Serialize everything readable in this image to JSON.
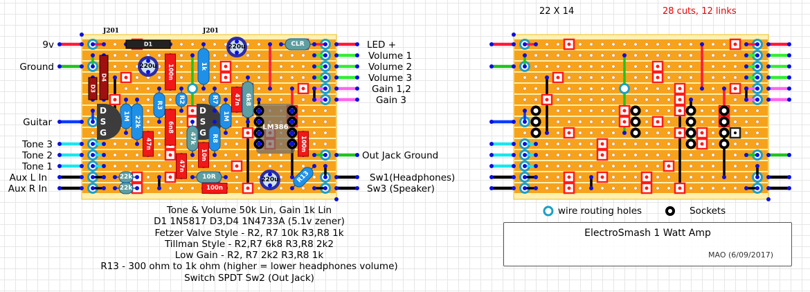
{
  "left_board": {
    "headers": [
      "J201",
      "J201"
    ],
    "left_labels": [
      "9v",
      "Ground",
      "Guitar",
      "Tone 3",
      "Tone 2",
      "Tone 1",
      "Aux L In",
      "Aux R In"
    ],
    "right_labels": [
      "LED +",
      "Volume 1",
      "Volume 2",
      "Volume 3",
      "Gain 1,2",
      "Gain 3",
      "Out Jack Ground",
      "Sw1(Headphones)",
      "Sw3 (Speaker)"
    ],
    "components": {
      "d1": "D1",
      "d3": "D3",
      "d4": "D4",
      "c1": "220u",
      "c2": "100n",
      "c3": "220u",
      "c4": "6n8",
      "c5": "47n",
      "c6": "47n",
      "c7": "47n",
      "c8": "10n",
      "c9": "100n",
      "c10": "220u",
      "c11": "100n",
      "r_1k": "1k",
      "r2": "R2",
      "r3": "R3",
      "r_1m_a": "1M",
      "r_22k_a": "22k",
      "r7": "R7",
      "r_1m_b": "1M",
      "r8": "R8",
      "r_47k": "47k",
      "r_6k8": "6k8",
      "r_22k_l": "22k",
      "r_22k_r": "22k",
      "r_10r": "10R",
      "r13": "R13",
      "clr": "CLR",
      "ic": "LM386",
      "jfet_pins": [
        "D",
        "S",
        "G"
      ]
    }
  },
  "notes": [
    "Tone & Volume 50k Lin, Gain 1k Lin",
    "D1 1N5817    D3,D4 1N4733A (5.1v zener)",
    "Fetzer Valve Style - R2, R7 10k  R3,R8 1k",
    "Tillman Style - R2,R7 6k8  R3,R8 2k2",
    "Low Gain - R2, R7 2k2  R3,R8 1k",
    "R13 - 300 ohm to 1k ohm (higher = lower headphones volume)",
    "Switch SPDT       Sw2 (Out Jack)"
  ],
  "right_board": {
    "size": "22 X 14",
    "cuts_links": "28 cuts, 12 links"
  },
  "legend": {
    "wire_holes": "wire routing holes",
    "sockets": "Sockets"
  },
  "title_block": {
    "title": "ElectroSmash 1 Watt Amp",
    "author": "MAO (6/09/2017)"
  },
  "colors": {
    "strip": "#f7a21b",
    "cut": "#ff1a1a",
    "link_red": "#ff1a3a",
    "link_green": "#1ec41e",
    "link_black": "#000000",
    "wire_cyan": "#19e6f0",
    "wire_pink": "#ff66ee",
    "wire_blue": "#0a3cff",
    "node_blue": "#0b10e0"
  }
}
